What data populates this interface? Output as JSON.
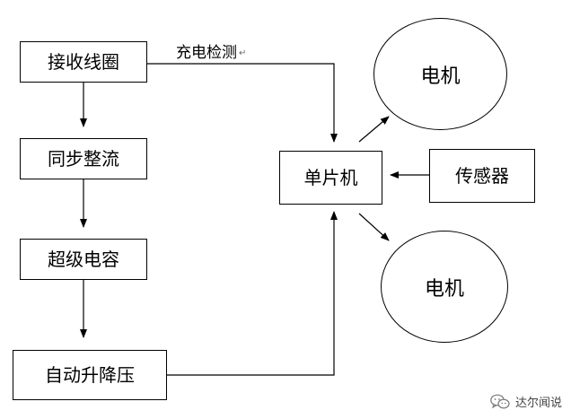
{
  "nodes": {
    "receive_coil": "接收线圈",
    "sync_rectifier": "同步整流",
    "supercapacitor": "超级电容",
    "auto_buck_boost": "自动升降压",
    "mcu": "单片机",
    "sensor": "传感器",
    "motor_top": "电机",
    "motor_bottom": "电机"
  },
  "edges": {
    "charge_detect_label": "充电检测",
    "charge_detect_mark": "↵"
  },
  "watermark": {
    "text": "达尔闻说",
    "icon": "wechat-icon"
  }
}
